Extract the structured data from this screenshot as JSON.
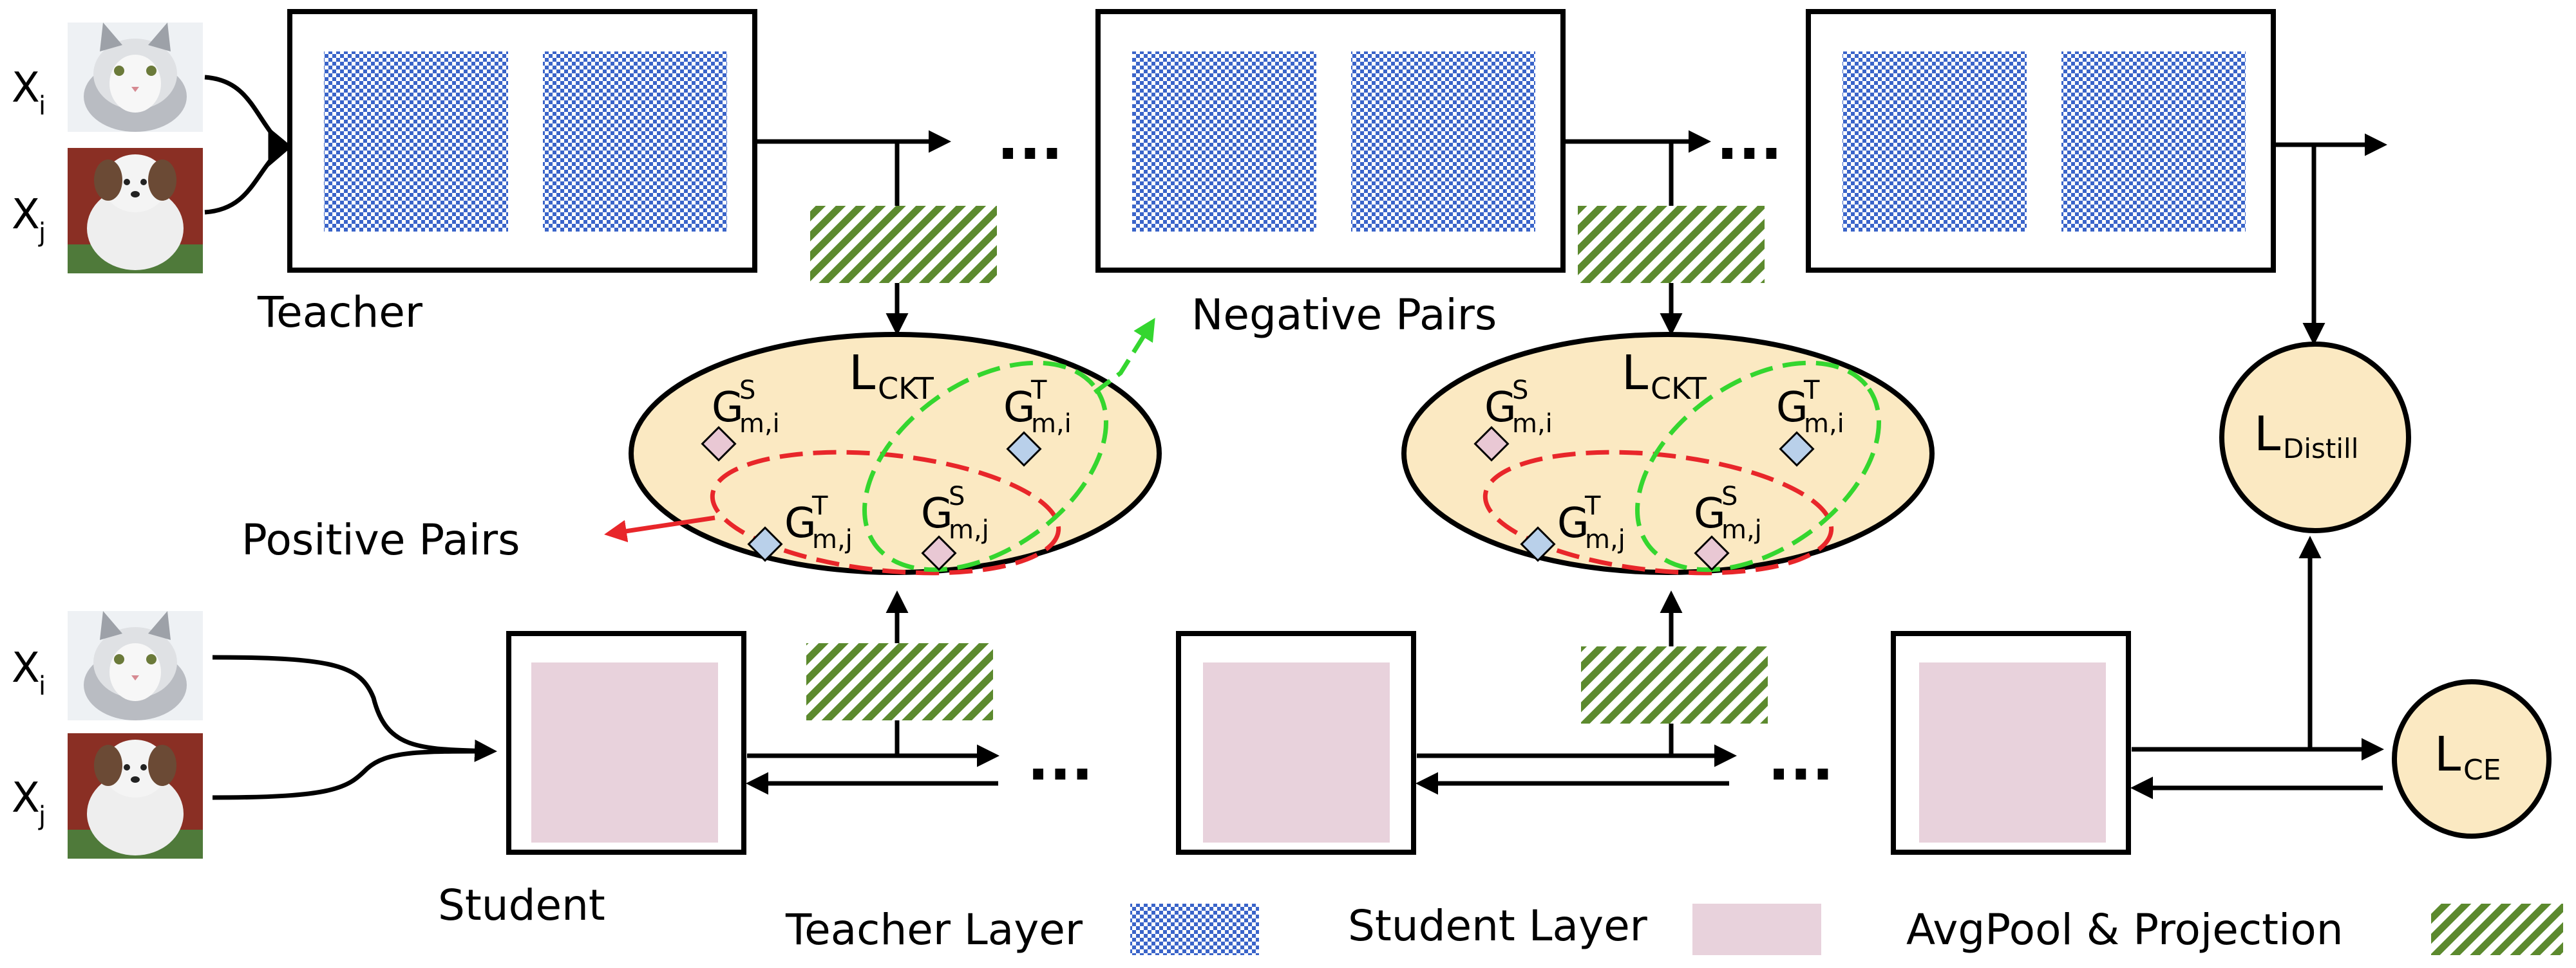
{
  "labels": {
    "xi_top": "X",
    "xi_top_sub": "i",
    "xj_top": "X",
    "xj_top_sub": "j",
    "xi_bottom": "X",
    "xi_bottom_sub": "i",
    "xj_bottom": "X",
    "xj_bottom_sub": "j",
    "teacher": "Teacher",
    "student": "Student",
    "negative_pairs": "Negative Pairs",
    "positive_pairs": "Positive Pairs",
    "dots_top1": "···",
    "dots_top2": "···",
    "dots_bot1": "···",
    "dots_bot2": "···"
  },
  "loss": {
    "ckt": "L",
    "ckt_sub": "CKT",
    "distill": "L",
    "distill_sub": "Distill",
    "ce": "L",
    "ce_sub": "CE"
  },
  "gram": {
    "G": "G",
    "s_i_sup": "S",
    "s_i_sub": "m,i",
    "t_i_sup": "T",
    "t_i_sub": "m,i",
    "t_j_sup": "T",
    "t_j_sub": "m,j",
    "s_j_sup": "S",
    "s_j_sub": "m,j"
  },
  "legend": {
    "teacher_layer": "Teacher Layer",
    "student_layer": "Student Layer",
    "avgpool": "AvgPool & Projection"
  },
  "images": {
    "cat": "cat-photo",
    "dog": "dog-photo"
  },
  "colors": {
    "teacher_check": "#3a64c9",
    "student_fill": "#e8d2dc",
    "hatch": "#5c8a2e",
    "ellipse_fill": "#fbe9c2",
    "positive": "#e8262a",
    "negative": "#34d62f",
    "diamond_student": "#e9c8d4",
    "diamond_teacher": "#b9d0ea"
  }
}
